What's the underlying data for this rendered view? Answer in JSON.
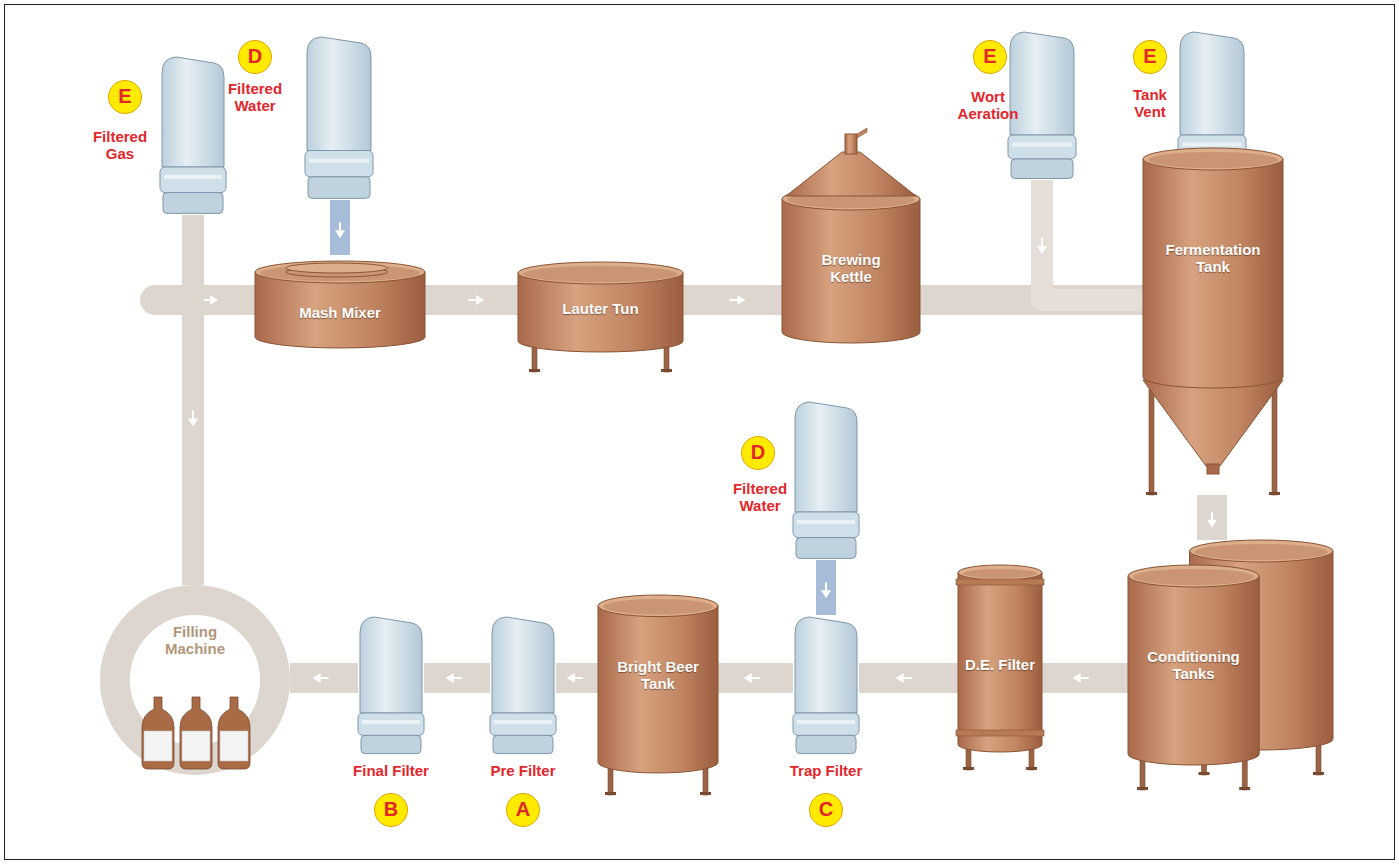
{
  "diagram": {
    "nodes": [
      {
        "text": [
          "D",
          "Filtered Water"
        ]
      },
      {
        "text": [
          "Mash Mixer"
        ]
      },
      {
        "text": [
          "Lauter Tun"
        ]
      },
      {
        "text": [
          "Brewing Kettle"
        ]
      },
      {
        "text": [
          "E",
          "Wort Aeration"
        ]
      },
      {
        "text": [
          "E",
          "Tank Vent"
        ]
      },
      {
        "text": [
          "Fermentation Tank"
        ]
      },
      {
        "text": [
          "E",
          "Filtered Gas"
        ]
      },
      {
        "text": [
          "Filling Machine"
        ]
      },
      {
        "text": [
          "Bright Beer Tank"
        ]
      },
      {
        "text": [
          "D",
          "Filtered Water"
        ]
      },
      {
        "text": [
          "D.E. Filter"
        ]
      },
      {
        "text": [
          "Conditioning Tanks"
        ]
      },
      {
        "text": [
          "Final Filter",
          "B"
        ]
      },
      {
        "text": [
          "Pre Filter",
          "A"
        ]
      },
      {
        "text": [
          "Trap Filter",
          "C"
        ]
      }
    ],
    "edges": [
      {
        "from": 0,
        "to": 1,
        "arrow": "to"
      },
      {
        "from": 1,
        "to": 2,
        "arrow": "to"
      },
      {
        "from": 2,
        "to": 3,
        "arrow": "to"
      },
      {
        "from": 3,
        "to": 6,
        "arrow": "to"
      },
      {
        "from": 4,
        "to": 6,
        "arrow": "to"
      },
      {
        "from": 6,
        "to": 5,
        "arrow": "to"
      },
      {
        "from": 6,
        "to": 12,
        "arrow": "to"
      },
      {
        "from": 12,
        "to": 11,
        "arrow": "to"
      },
      {
        "from": 11,
        "to": 15,
        "arrow": "to"
      },
      {
        "from": 10,
        "to": 15,
        "arrow": "to"
      },
      {
        "from": 15,
        "to": 9,
        "arrow": "to"
      },
      {
        "from": 9,
        "to": 14,
        "arrow": "to"
      },
      {
        "from": 14,
        "to": 13,
        "arrow": "to"
      },
      {
        "from": 13,
        "to": 8,
        "arrow": "to"
      },
      {
        "from": 7,
        "to": 8,
        "arrow": "to"
      }
    ]
  }
}
